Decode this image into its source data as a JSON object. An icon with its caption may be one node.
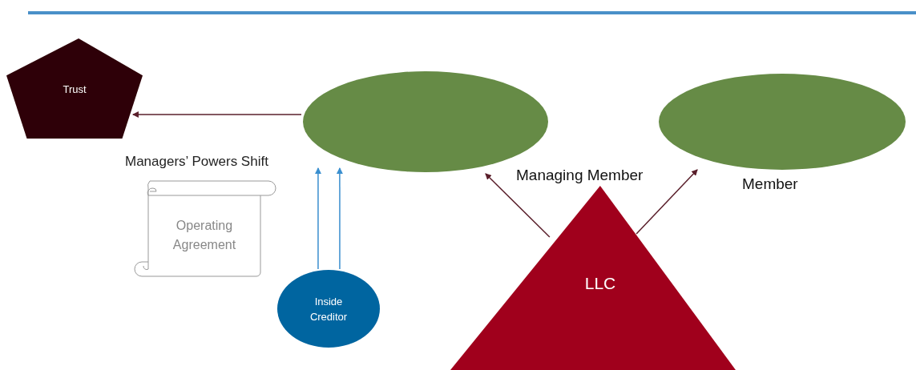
{
  "diagram": {
    "nodes": [
      {
        "text": [
          "Trust"
        ]
      },
      {
        "text": [
          "Managing Member"
        ]
      },
      {
        "text": [
          "Member"
        ]
      },
      {
        "text": [
          "Operating Agreement"
        ]
      },
      {
        "text": [
          "Inside Creditor"
        ]
      },
      {
        "text": [
          "LLC"
        ]
      }
    ],
    "edges": [
      {
        "from": 1,
        "to": 0,
        "arrow": "to"
      },
      {
        "from": 4,
        "to": 1,
        "arrow": "to",
        "color": "#3a8fcf"
      },
      {
        "from": 4,
        "to": 1,
        "arrow": "to",
        "color": "#3a8fcf"
      },
      {
        "from": 5,
        "to": 1,
        "arrow": "to"
      },
      {
        "from": 5,
        "to": 2,
        "arrow": "to"
      }
    ],
    "labels": [
      "Managers’ Powers Shift"
    ]
  }
}
